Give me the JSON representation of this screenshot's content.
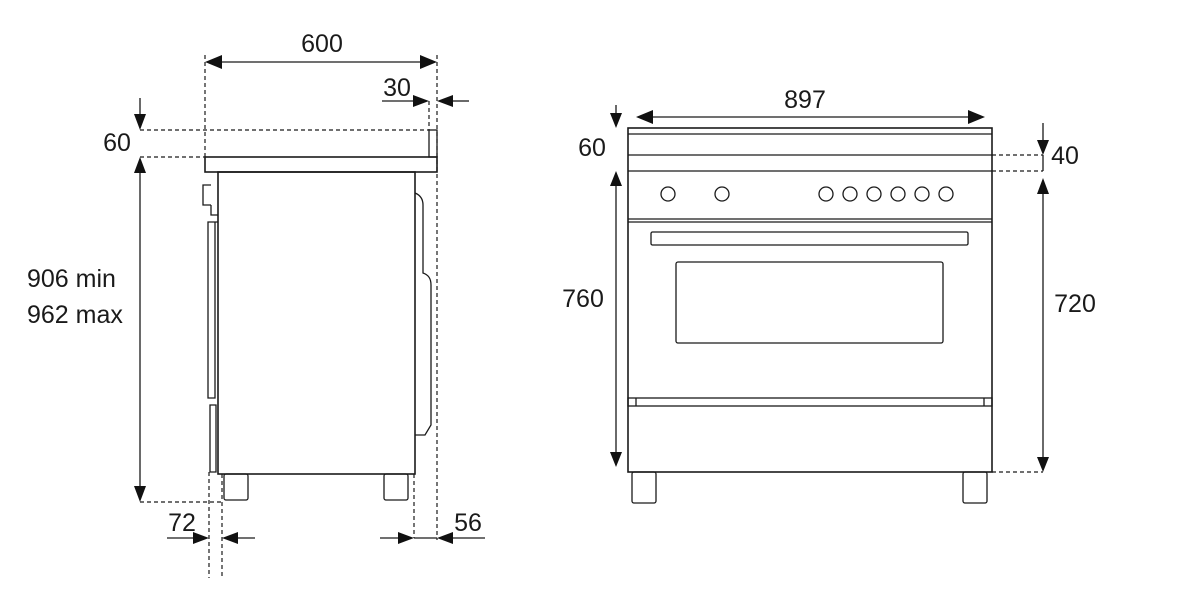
{
  "side_view": {
    "depth": "600",
    "worktop_overhang": "30",
    "top_height": "60",
    "height_min": "906 min",
    "height_max": "962 max",
    "front_offset": "72",
    "back_offset": "56"
  },
  "front_view": {
    "width": "897",
    "top_height": "60",
    "body_height": "760",
    "top_step": "40",
    "right_height": "720",
    "knobs": {
      "left_count": 2,
      "right_count": 6
    }
  },
  "colors": {
    "line": "#1a1a1a",
    "background": "#ffffff"
  }
}
